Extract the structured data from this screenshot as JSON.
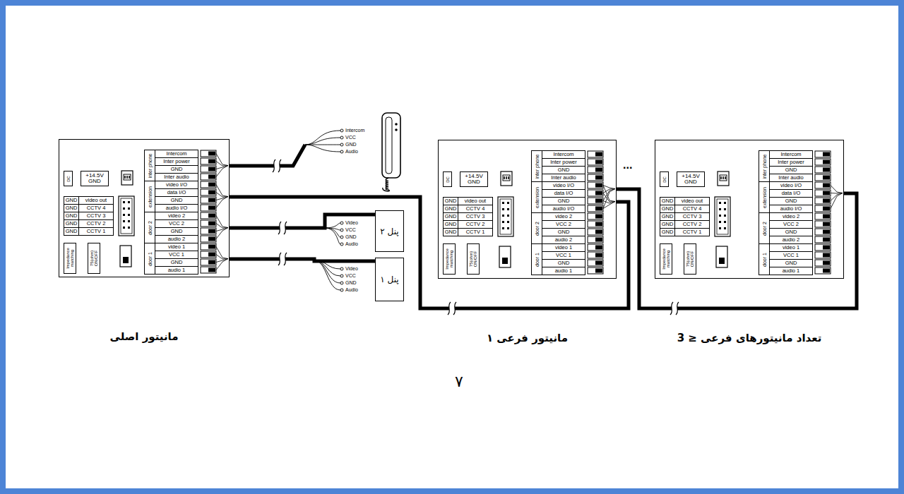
{
  "diagram": {
    "nodes": [
      {
        "text": [
          "مانیتور اصلی"
        ]
      },
      {
        "text": [
          "پنل ۲"
        ]
      },
      {
        "text": [
          "پنل ۱"
        ]
      },
      {
        "text": [
          "مانیتور فرعی ۱"
        ]
      },
      {
        "text": [
          "تعداد مانیتورهای فرعی ≤ 3"
        ]
      }
    ],
    "edges": [
      {
        "from": 0,
        "to": 3,
        "arrow": "none"
      },
      {
        "from": 3,
        "to": 4,
        "arrow": "none"
      },
      {
        "from": 0,
        "to": 1,
        "arrow": "none"
      },
      {
        "from": 0,
        "to": 2,
        "arrow": "none"
      }
    ],
    "labels": [
      "DC",
      "+14.5V GND",
      "GND",
      "video out",
      "GND",
      "CCTV 4",
      "GND",
      "CCTV 3",
      "GND",
      "CCTV 2",
      "GND",
      "CCTV 1",
      "Impedance matching",
      "75(ohm) ON/OFF",
      "inter phone",
      "extension",
      "door 2",
      "door 1",
      "Intercom",
      "Inter power",
      "GND",
      "Inter audio",
      "video I/O",
      "data I/O",
      "GND",
      "audio I/O",
      "video 2",
      "VCC 2",
      "GND",
      "audio 2",
      "video 1",
      "VCC 1",
      "GND",
      "audio 1",
      "DC",
      "+14.5V GND",
      "GND",
      "video out",
      "GND",
      "CCTV 4",
      "GND",
      "CCTV 3",
      "GND",
      "CCTV 2",
      "GND",
      "CCTV 1",
      "Impedance matching",
      "75(ohm) ON/OFF",
      "inter phone",
      "extension",
      "door 2",
      "door 1",
      "Intercom",
      "Inter power",
      "GND",
      "Inter audio",
      "video I/O",
      "data I/O",
      "GND",
      "audio I/O",
      "video 2",
      "VCC 2",
      "GND",
      "audio 2",
      "video 1",
      "VCC 1",
      "GND",
      "audio 1",
      "DC",
      "+14.5V GND",
      "GND",
      "video out",
      "GND",
      "CCTV 4",
      "GND",
      "CCTV 3",
      "GND",
      "CCTV 2",
      "GND",
      "CCTV 1",
      "Impedance matching",
      "75(ohm) ON/OFF",
      "inter phone",
      "extension",
      "door 2",
      "door 1",
      "Intercom",
      "Inter power",
      "GND",
      "Inter audio",
      "video I/O",
      "data I/O",
      "GND",
      "audio I/O",
      "video 2",
      "VCC 2",
      "GND",
      "audio 2",
      "video 1",
      "VCC 1",
      "GND",
      "audio 1",
      "Intercom",
      "VCC",
      "GND",
      "Audio",
      "Video",
      "VCC",
      "GND",
      "Audio",
      "Video",
      "VCC",
      "GND",
      "Audio",
      "...",
      "۷"
    ]
  }
}
